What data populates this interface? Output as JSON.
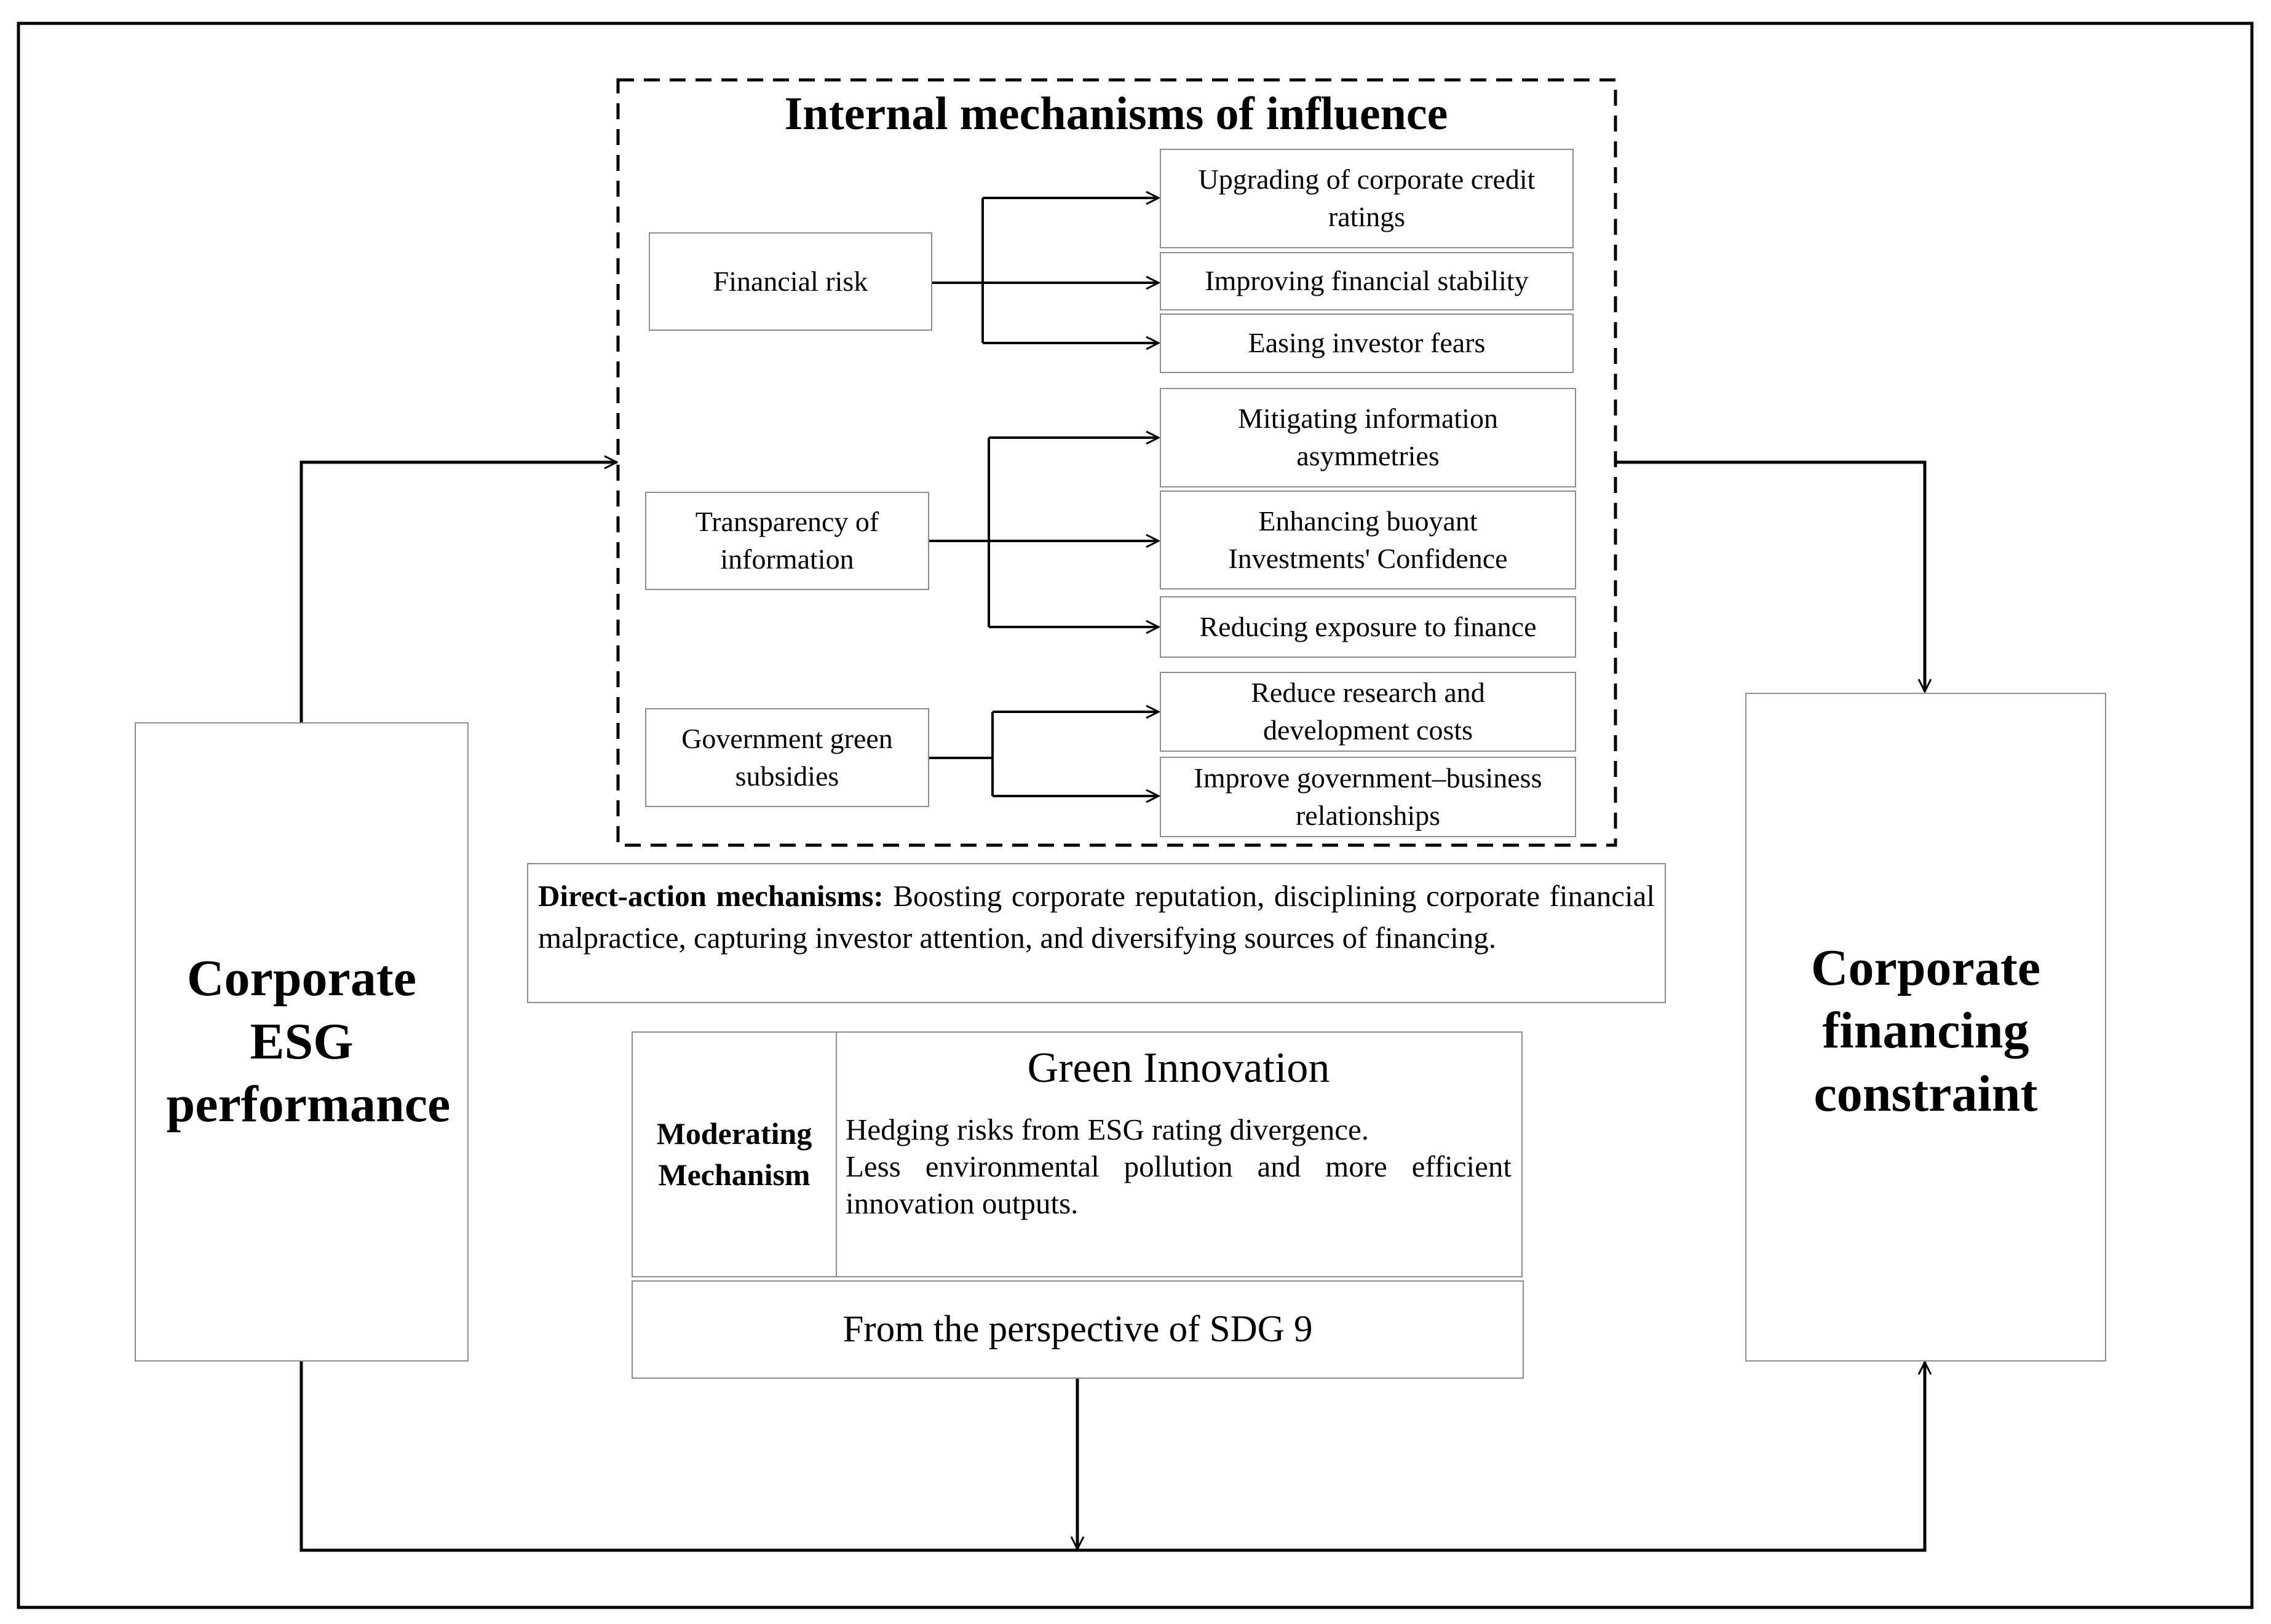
{
  "left_box": {
    "label": "Corporate ESG performance"
  },
  "right_box": {
    "label": "Corporate financing constraint"
  },
  "internal_mechanisms": {
    "title": "Internal mechanisms of influence",
    "groups": [
      {
        "label": "Financial risk",
        "outcomes": [
          "Upgrading of corporate credit ratings",
          "Improving financial stability",
          "Easing investor fears"
        ]
      },
      {
        "label": "Transparency of information",
        "outcomes": [
          "Mitigating information asymmetries",
          "Enhancing buoyant Investments' Confidence",
          "Reducing exposure to finance"
        ]
      },
      {
        "label": "Government green subsidies",
        "outcomes": [
          "Reduce research and development costs",
          "Improve government–business relationships"
        ]
      }
    ]
  },
  "direct_action": {
    "heading": "Direct-action mechanisms:",
    "text": " Boosting corporate reputation, disciplining corporate financial malpractice, capturing investor attention, and diversifying sources of financing."
  },
  "moderating": {
    "label": "Moderating Mechanism",
    "title": "Green Innovation",
    "lines": [
      "Hedging risks from ESG rating divergence.",
      "Less environmental pollution and more efficient innovation outputs."
    ]
  },
  "sdg_label": "From the perspective of SDG 9"
}
